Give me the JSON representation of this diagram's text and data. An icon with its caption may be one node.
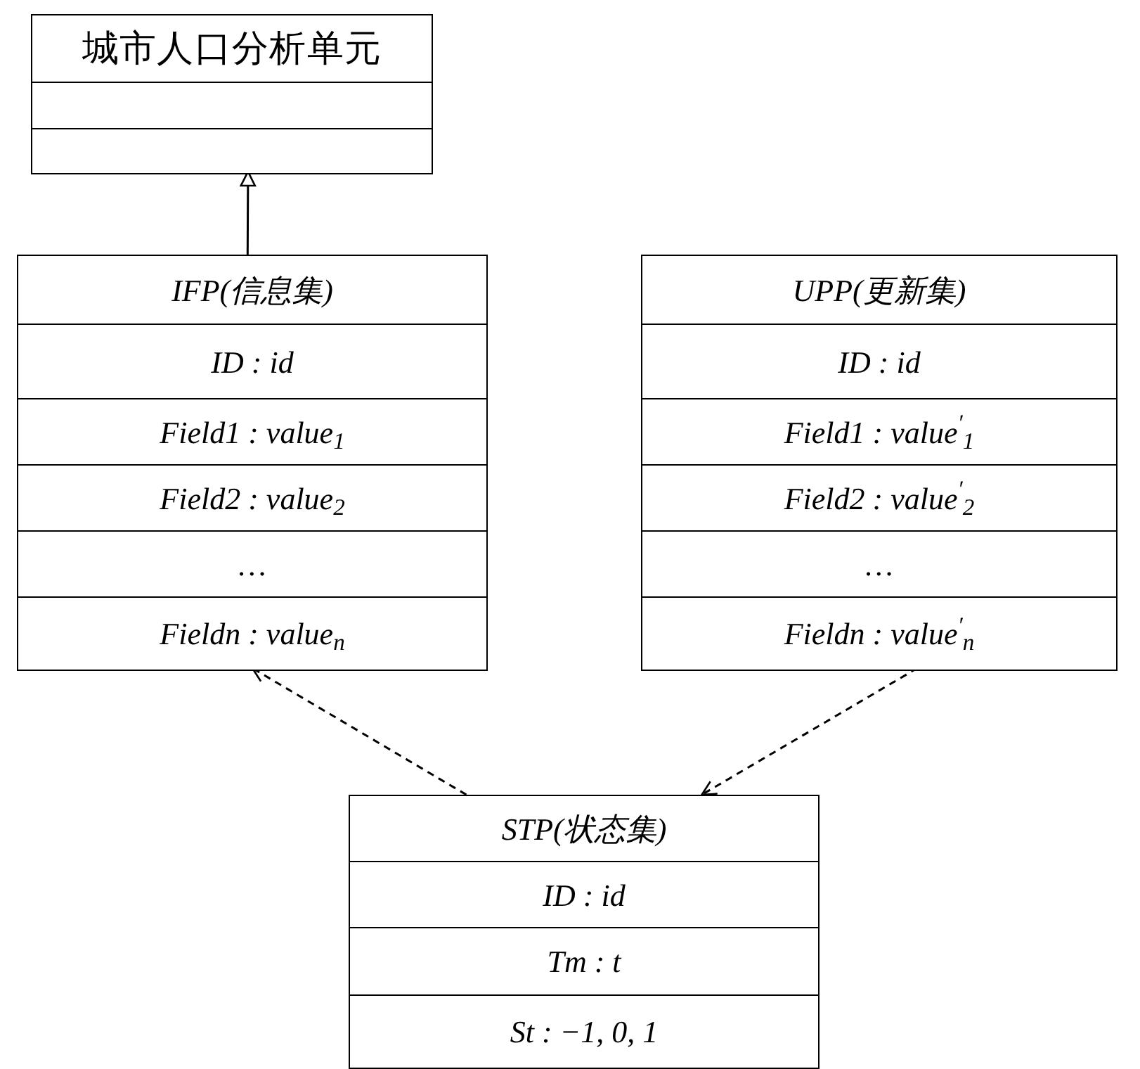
{
  "diagram": {
    "nodes": [
      {
        "text": [
          "城市人口分析单元"
        ]
      },
      {
        "text": [
          "IFP(信息集)",
          "ID : id",
          "Field1 : value$_{1}$",
          "Field2 : value$_{2}$",
          "…",
          "Fieldn : value$_{n}$"
        ]
      },
      {
        "text": [
          "UPP(更新集)",
          "ID : id",
          "Field1 : value$^{′}$$_{1}$",
          "Field2 : value$^{′}$$_{2}$",
          "…",
          "Fieldn : value$^{′}$$_{n}$"
        ]
      },
      {
        "text": [
          "STP(状态集)",
          "ID : id",
          "Tm : t",
          "St : −1, 0, 1"
        ]
      }
    ],
    "edges": [
      {
        "from": 1,
        "to": 0,
        "arrow": "to"
      },
      {
        "from": 3,
        "to": 1,
        "arrow": "to",
        "style": "dashed"
      },
      {
        "from": 2,
        "to": 3,
        "arrow": "to",
        "style": "dashed"
      }
    ]
  }
}
